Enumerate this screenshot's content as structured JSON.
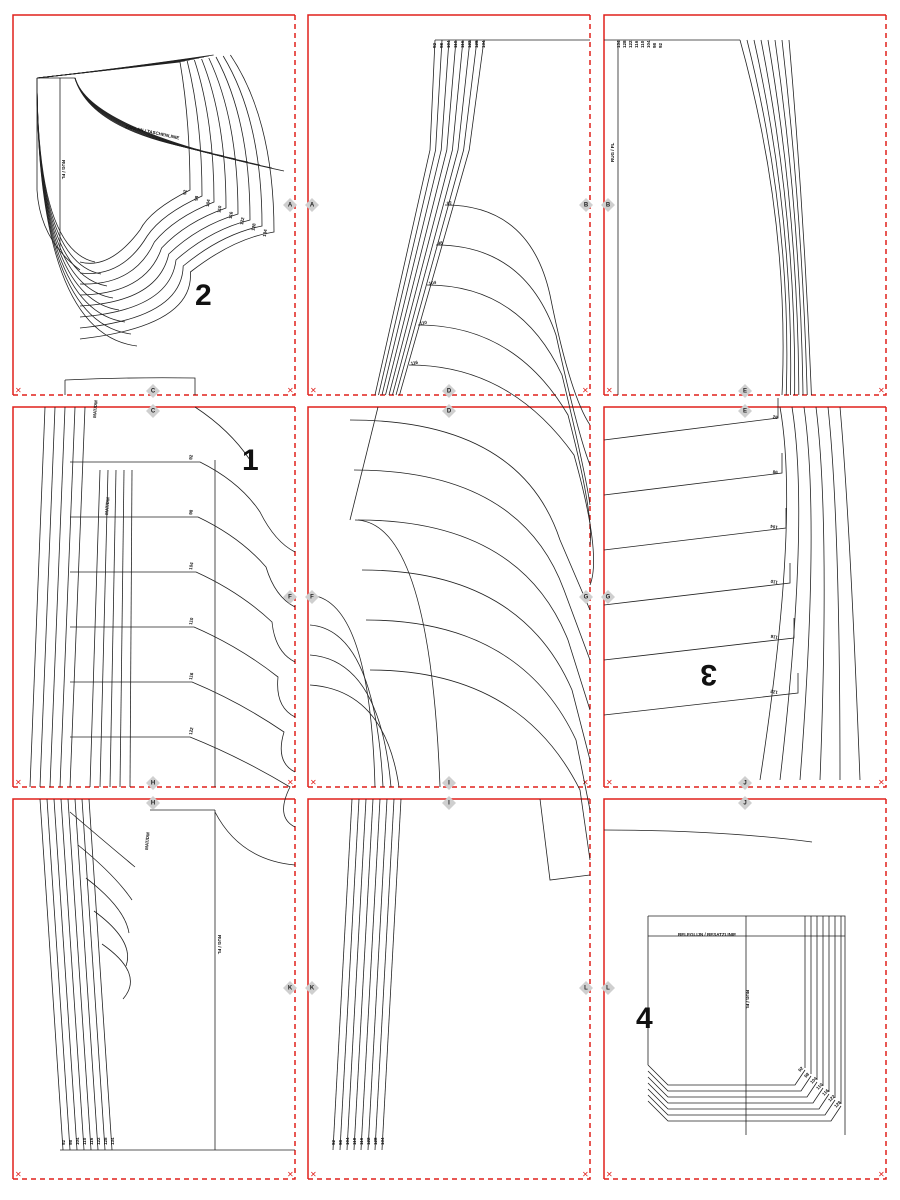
{
  "tiles": [
    "A",
    "B",
    "C",
    "D",
    "E",
    "F",
    "G",
    "H",
    "I",
    "J",
    "K",
    "L"
  ],
  "piece_numbers": [
    "1",
    "2",
    "3",
    "4"
  ],
  "labels": {
    "pocket_line": "ZAKLAN / TASCHENLINIE",
    "grain_line": "RUG / FL",
    "facing_line": "BELEGLIJN / BESATZLINIE",
    "fold_mark": "MAT/DM"
  },
  "sizes": [
    "92",
    "98",
    "104",
    "110",
    "116",
    "122",
    "128",
    "134"
  ],
  "cut_mark": "✕"
}
